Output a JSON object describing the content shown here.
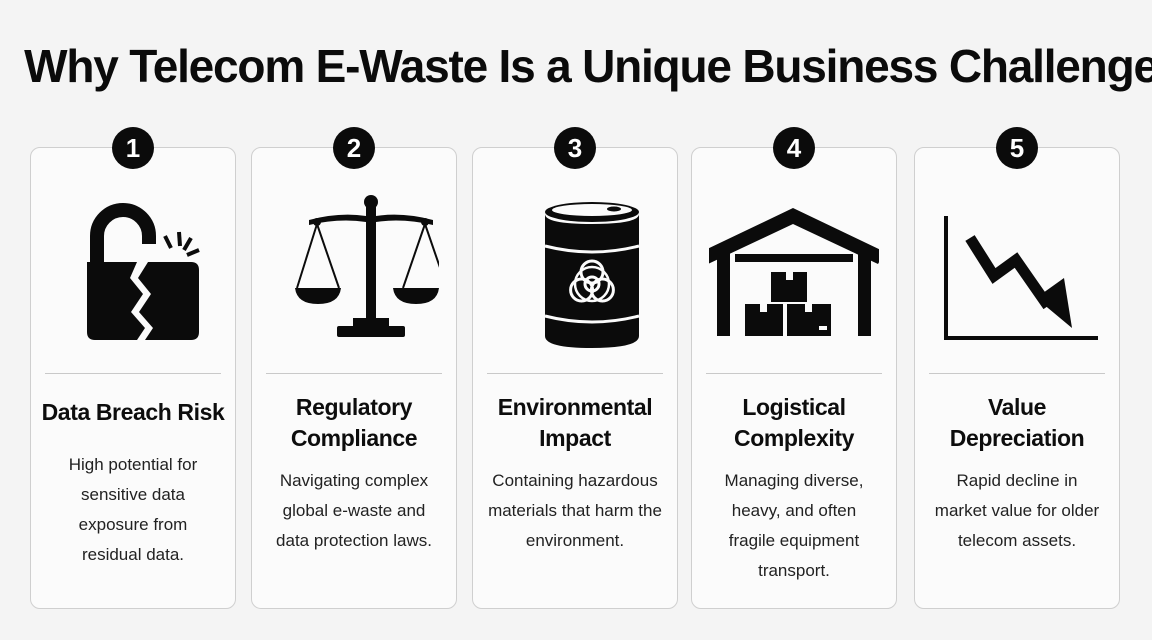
{
  "title": "Why Telecom E-Waste Is a Unique Business Challenge",
  "cards": [
    {
      "number": "1",
      "title": "Data Breach Risk",
      "description": "High potential for sensitive data exposure from residual data.",
      "icon": "broken-padlock-icon"
    },
    {
      "number": "2",
      "title": "Regulatory Compliance",
      "description": "Navigating complex global e-waste and data protection laws.",
      "icon": "balance-scale-icon"
    },
    {
      "number": "3",
      "title": "Environmental Impact",
      "description": "Containing hazardous materials that harm the environment.",
      "icon": "biohazard-barrel-icon"
    },
    {
      "number": "4",
      "title": "Logistical Complexity",
      "description": "Managing diverse, heavy, and often fragile equipment transport.",
      "icon": "warehouse-icon"
    },
    {
      "number": "5",
      "title": "Value Depreciation",
      "description": "Rapid decline in market value for older telecom assets.",
      "icon": "declining-chart-icon"
    }
  ]
}
